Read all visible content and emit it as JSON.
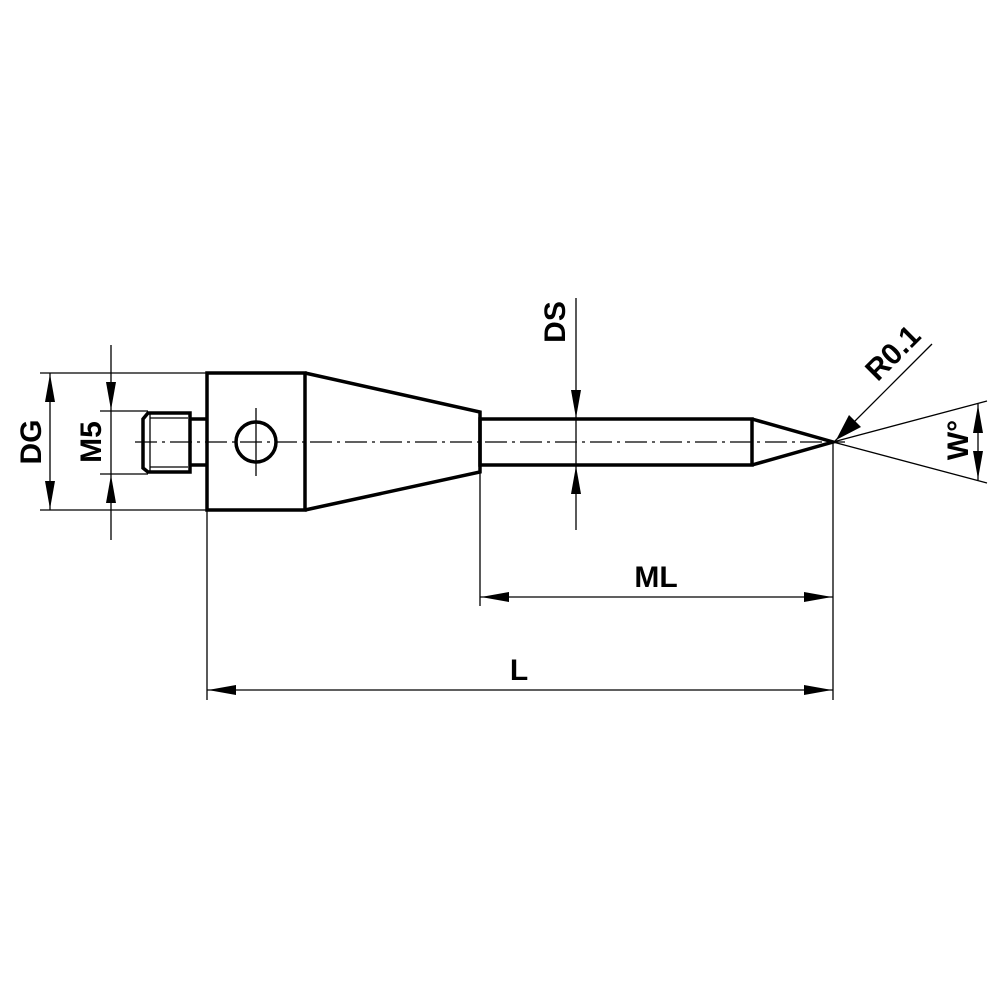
{
  "drawing": {
    "labels": {
      "dg": "DG",
      "m5": "M5",
      "ds": "DS",
      "radius": "R0.1",
      "angle": "W°",
      "ml": "ML",
      "l": "L"
    },
    "line_color": "#000000",
    "background_color": "#ffffff"
  }
}
